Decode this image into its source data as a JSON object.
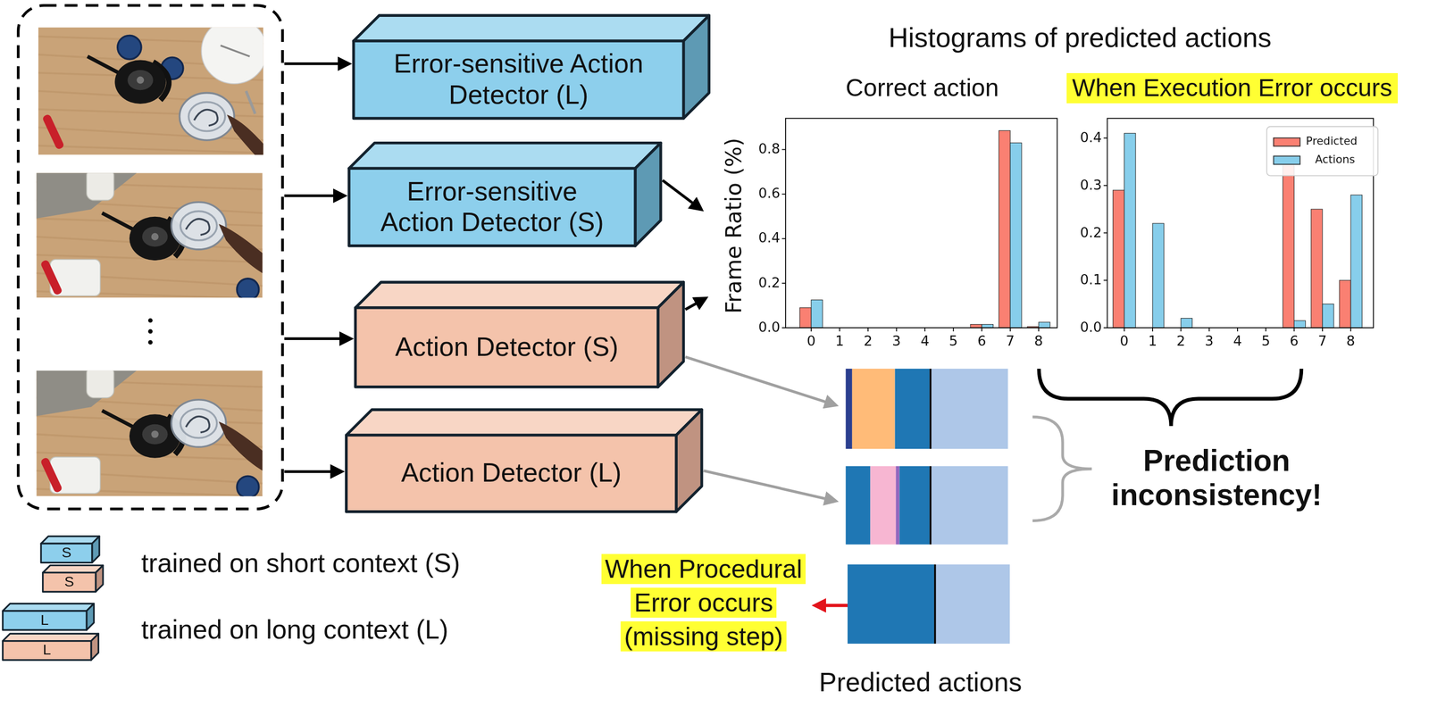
{
  "diagram": {
    "nodes": [
      {
        "text": [
          "Error-sensitive Action Detector (L)"
        ]
      },
      {
        "text": [
          "Error-sensitive Action Detector (S)"
        ]
      },
      {
        "text": [
          "Action Detector (S)"
        ]
      },
      {
        "text": [
          "Action Detector (L)"
        ]
      },
      {
        "text": [
          "S"
        ]
      },
      {
        "text": [
          "S"
        ]
      },
      {
        "text": [
          "L"
        ]
      },
      {
        "text": [
          "L"
        ]
      }
    ],
    "labels": [
      "Histograms of predicted actions",
      "Correct action",
      "When Execution Error occurs",
      "Frame Ratio (%)",
      "0.0",
      "0.2",
      "0.4",
      "0.6",
      "0.8",
      "0",
      "1",
      "2",
      "3",
      "4",
      "5",
      "6",
      "7",
      "8",
      "0.0",
      "0.1",
      "0.2",
      "0.3",
      "0.4",
      "0",
      "1",
      "2",
      "3",
      "4",
      "5",
      "6",
      "7",
      "8",
      "Prediction inconsistency!",
      "When Procedural Error occurs (missing step)",
      "Predicted actions"
    ],
    "legend": [
      {
        "text": "Predicted",
        "color": "#fa8072"
      },
      {
        "text": "Actions",
        "color": "#87ceeb"
      },
      {
        "text": "trained on short context (S)"
      },
      {
        "text": "trained on long context (L)"
      }
    ]
  }
}
